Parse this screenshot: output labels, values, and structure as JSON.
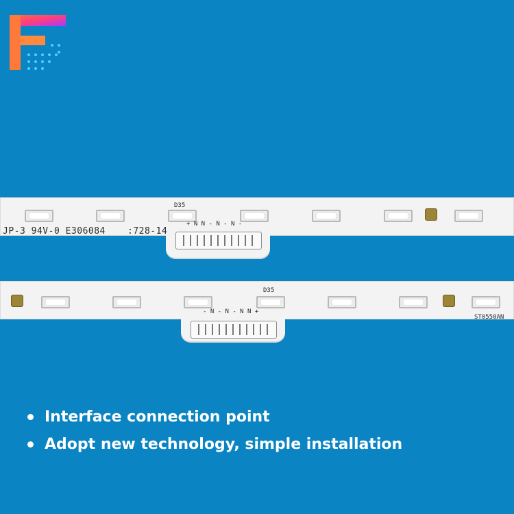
{
  "brand": {
    "logo": "F-logo-icon"
  },
  "strips": {
    "top": {
      "marking_main": "JP-3 94V-0  E306084",
      "marking_date": ":728-14",
      "led_ref": "D35",
      "pin_legend": "+ N N - N - N -"
    },
    "bottom": {
      "led_ref": "D35",
      "pin_legend": "- N - N - N N +",
      "part_number": "ST0550AN"
    }
  },
  "features": [
    {
      "label": "Interface connection point"
    },
    {
      "label": "Adopt new technology, simple installation"
    }
  ],
  "colors": {
    "background": "#0a84c2",
    "strip": "#f3f3f3",
    "text": "#ffffff",
    "pad": "#9d8538"
  }
}
